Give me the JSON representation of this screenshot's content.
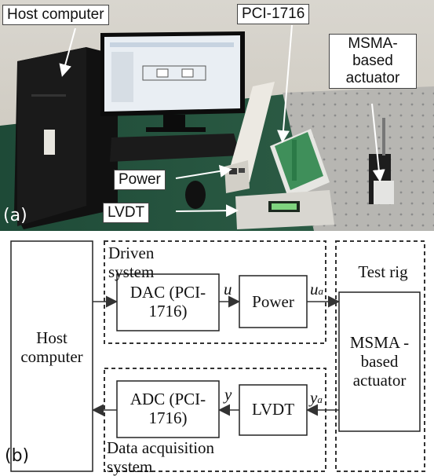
{
  "photo": {
    "labels": {
      "host_computer": "Host computer",
      "pci": "PCI-1716",
      "msma": "MSMA-based actuator",
      "power": "Power",
      "lvdt": "LVDT",
      "panel": "(a)"
    }
  },
  "diagram": {
    "panel": "(b)",
    "host": "Host computer",
    "driven_group": "Driven system",
    "daq_group": "Data acquisition system",
    "test_rig": "Test rig",
    "dac": "DAC (PCI-1716)",
    "power": "Power",
    "adc": "ADC (PCI-1716)",
    "lvdt": "LVDT",
    "msma": "MSMA -based actuator",
    "signal_u": "u",
    "signal_ua": "u",
    "signal_ua_sub": "a",
    "signal_y": "y",
    "signal_ya": "y",
    "signal_ya_sub": "a"
  }
}
